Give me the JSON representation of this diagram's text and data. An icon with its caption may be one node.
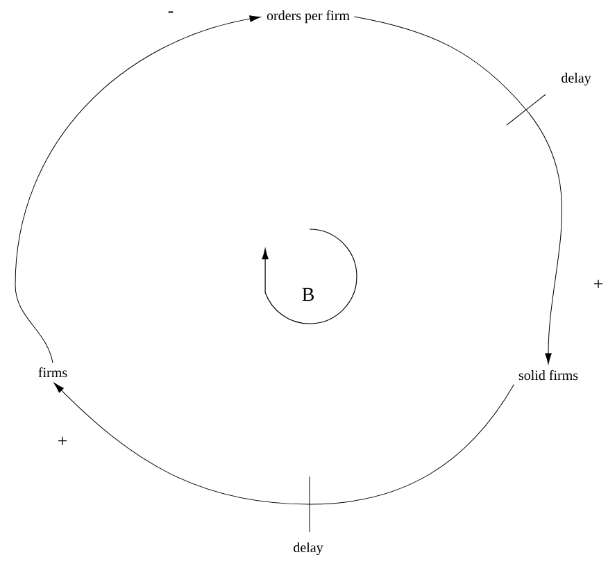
{
  "diagram": {
    "nodes": [
      {
        "text": [
          "orders per firm"
        ]
      },
      {
        "text": [
          "solid firms"
        ]
      },
      {
        "text": [
          "firms"
        ]
      }
    ],
    "edges": [
      {
        "from": 2,
        "to": 0,
        "arrow": "to"
      },
      {
        "from": 0,
        "to": 1,
        "arrow": "to",
        "label": "delay"
      },
      {
        "from": 1,
        "to": 2,
        "arrow": "to",
        "label": "delay"
      }
    ],
    "labels": [
      "-",
      "B",
      "+",
      "+"
    ]
  }
}
